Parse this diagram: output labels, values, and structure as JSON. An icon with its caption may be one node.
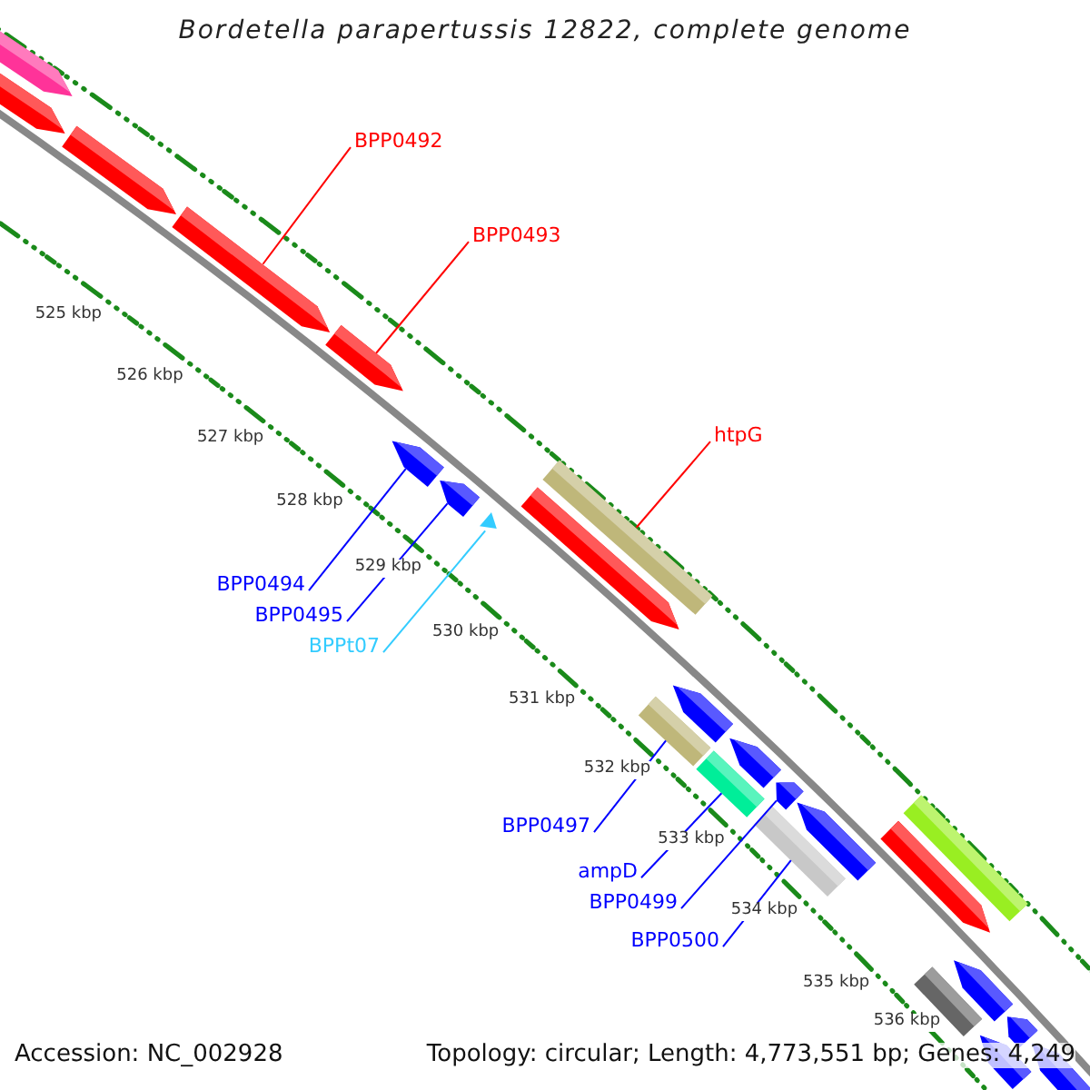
{
  "diagram": {
    "title": "Bordetella parapertussis 12822, complete genome",
    "nodes": [
      {
        "text": [
          "BPP0492"
        ]
      },
      {
        "text": [
          "BPP0493"
        ]
      },
      {
        "text": [
          "htpG"
        ]
      },
      {
        "text": [
          "BPP0494"
        ]
      },
      {
        "text": [
          "BPP0495"
        ]
      },
      {
        "text": [
          "BPPt07"
        ]
      },
      {
        "text": [
          "BPP0497"
        ]
      },
      {
        "text": [
          "ampD"
        ]
      },
      {
        "text": [
          "BPP0499"
        ]
      },
      {
        "text": [
          "BPP0500"
        ]
      },
      {
        "text": [],
        "shape": "bar"
      },
      {
        "text": [],
        "shape": "bar"
      },
      {
        "text": [],
        "shape": "bar"
      },
      {
        "text": [],
        "shape": "bar"
      },
      {
        "text": [],
        "shape": "bar"
      },
      {
        "text": [],
        "shape": "bar"
      },
      {
        "text": [],
        "shape": "bar"
      },
      {
        "text": [],
        "shape": "triangle"
      },
      {
        "text": [],
        "shape": "bar"
      },
      {
        "text": [],
        "shape": "bar"
      },
      {
        "text": [],
        "shape": "bar"
      },
      {
        "text": [],
        "shape": "bar"
      },
      {
        "text": [],
        "shape": "bar"
      },
      {
        "text": [],
        "shape": "bar"
      },
      {
        "text": [],
        "shape": "bar"
      },
      {
        "text": [],
        "shape": "bar"
      },
      {
        "text": [],
        "shape": "bar"
      },
      {
        "text": [],
        "shape": "bar"
      },
      {
        "text": [],
        "shape": "bar"
      },
      {
        "text": [],
        "shape": "bar"
      },
      {
        "text": [],
        "shape": "bar"
      },
      {
        "text": [],
        "shape": "bar"
      },
      {
        "text": [],
        "shape": "bar"
      },
      {
        "text": [],
        "shape": "bar"
      }
    ],
    "edges": [
      {
        "from": 0,
        "to": 13,
        "arrow": "none",
        "color": "#ff0000"
      },
      {
        "from": 1,
        "to": 14,
        "arrow": "none",
        "color": "#ff0000"
      },
      {
        "from": 2,
        "to": 18,
        "arrow": "none",
        "color": "#ff0000"
      },
      {
        "from": 3,
        "to": 15,
        "arrow": "none"
      },
      {
        "from": 4,
        "to": 16,
        "arrow": "none"
      },
      {
        "from": 5,
        "to": 17,
        "arrow": "none",
        "color": "#33ccff"
      },
      {
        "from": 6,
        "to": 20,
        "arrow": "none"
      },
      {
        "from": 7,
        "to": 22,
        "arrow": "none"
      },
      {
        "from": 8,
        "to": 24,
        "arrow": "none"
      },
      {
        "from": 9,
        "to": 25,
        "arrow": "none"
      }
    ],
    "labels": [
      "525 kbp",
      "526 kbp",
      "527 kbp",
      "528 kbp",
      "529 kbp",
      "530 kbp",
      "531 kbp",
      "532 kbp",
      "533 kbp",
      "534 kbp",
      "535 kbp",
      "536 kbp",
      "Accession: NC_002928",
      "Topology: circular; Length: 4,773,551 bp; Genes: 4,249"
    ]
  }
}
